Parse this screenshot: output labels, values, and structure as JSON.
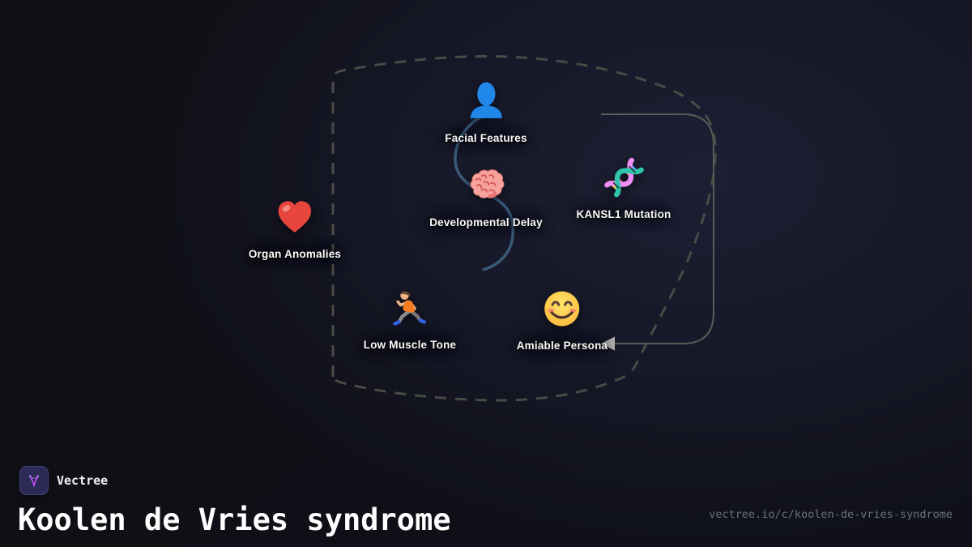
{
  "diagram": {
    "topic": "Koolen de Vries syndrome",
    "nodes": [
      {
        "id": "facial-features",
        "label": "Facial Features",
        "icon": "person-bust-icon"
      },
      {
        "id": "developmental-delay",
        "label": "Developmental Delay",
        "icon": "brain-icon"
      },
      {
        "id": "kansl1-mutation",
        "label": "KANSL1 Mutation",
        "icon": "dna-icon"
      },
      {
        "id": "organ-anomalies",
        "label": "Organ Anomalies",
        "icon": "red-heart-icon"
      },
      {
        "id": "low-muscle-tone",
        "label": "Low Muscle Tone",
        "icon": "runner-icon"
      },
      {
        "id": "amiable-persona",
        "label": "Amiable Persona",
        "icon": "smiling-face-icon"
      }
    ],
    "edges": [
      {
        "from": "facial-features",
        "to": "developmental-delay",
        "style": "solid-curve",
        "color": "#3a5a78"
      },
      {
        "from": "kansl1-mutation",
        "to": "amiable-persona",
        "style": "solid-arrow",
        "color": "#5a5a57"
      }
    ],
    "cluster_boundary": {
      "style": "dashed",
      "color": "#4a4a46"
    }
  },
  "footer": {
    "brand": "Vectree",
    "title": "Koolen de Vries syndrome",
    "url": "vectree.io/c/koolen-de-vries-syndrome"
  },
  "colors": {
    "background": "#101018",
    "node_label": "#fafafa",
    "dashed_boundary": "#4a4a46",
    "edge_solid": "#5a5a57",
    "edge_curve": "#3a5a78",
    "logo_accent": "#a855f7"
  }
}
